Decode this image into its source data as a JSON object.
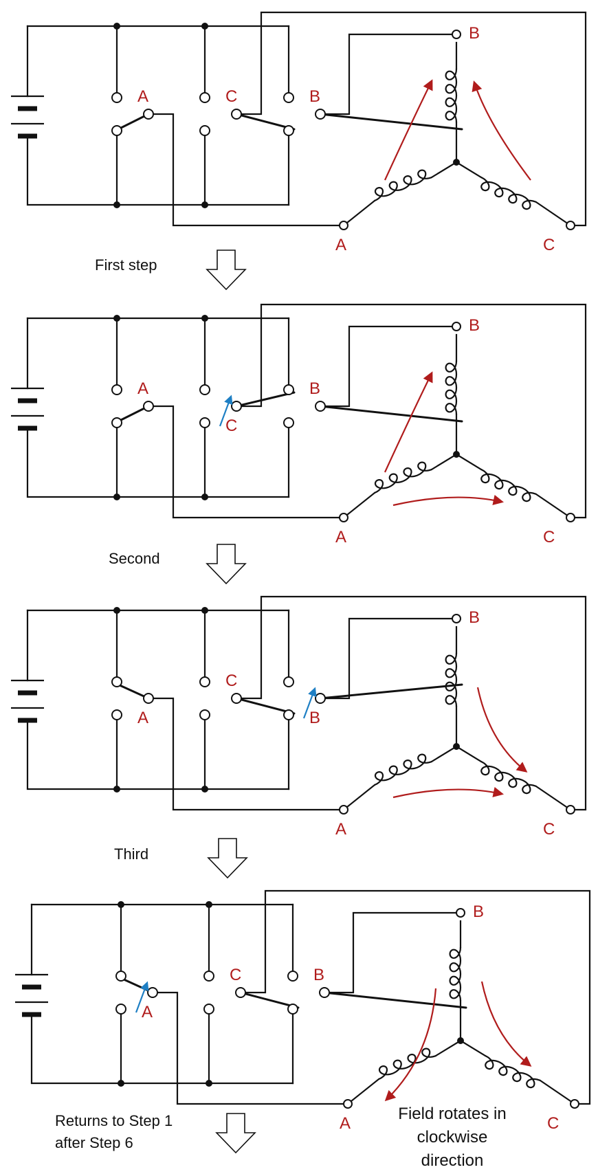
{
  "colors": {
    "wire": "#111111",
    "phase_label": "#b01c1c",
    "field_arrow": "#b01c1c",
    "switch_motion_arrow": "#1e7fc4"
  },
  "labels": {
    "phase_a": "A",
    "phase_b": "B",
    "phase_c": "C"
  },
  "panels": [
    {
      "id": "initial",
      "switches": {
        "A": "down",
        "C": "down",
        "B": "down"
      },
      "moving_switch": null,
      "field_arrows": [
        "A-B",
        "C-B"
      ]
    },
    {
      "id": "step-1",
      "switches": {
        "A": "down",
        "C": "up",
        "B": "down"
      },
      "moving_switch": "C",
      "field_arrows": [
        "A-B",
        "A-C"
      ]
    },
    {
      "id": "step-2",
      "switches": {
        "A": "up",
        "C": "down",
        "B": "up"
      },
      "moving_switch": "B",
      "field_arrows": [
        "B-C",
        "A-C"
      ]
    },
    {
      "id": "step-3",
      "switches": {
        "A": "up",
        "C": "down",
        "B": "down"
      },
      "moving_switch": "A",
      "field_arrows": [
        "B-A",
        "B-C"
      ]
    }
  ],
  "step_labels": [
    "First step",
    "Second",
    "Third"
  ],
  "final_note": {
    "line1": "Returns to Step 1",
    "line2": "after Step 6"
  },
  "field_note": {
    "line1": "Field rotates in",
    "line2": "clockwise",
    "line3": "direction"
  }
}
